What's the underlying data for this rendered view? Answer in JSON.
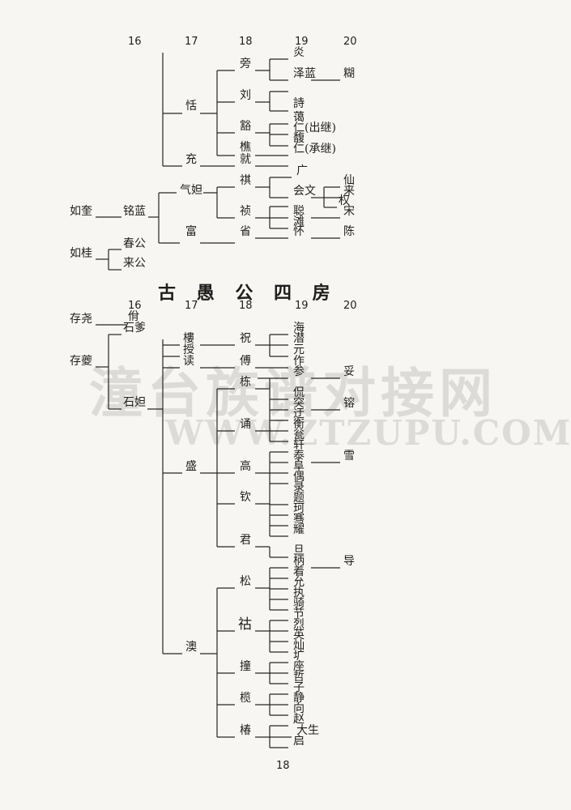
{
  "top": {
    "gen_headers": [
      "16",
      "17",
      "18",
      "19",
      "20"
    ],
    "n": {
      "ruqui": "如奎",
      "minglan": "铭蓝",
      "tian": "恬",
      "chong": "充",
      "qidan": "气妲",
      "fu": "富",
      "ruhui": "如桂",
      "chungong": "春公",
      "laigong": "来公",
      "pang": "旁",
      "liu": "刘",
      "huo": "豁",
      "qiao": "樵",
      "jiu": "就",
      "qi": "祺",
      "zhen": "祯",
      "sheng": "省",
      "yan": "炎",
      "zelan": "泽蓝",
      "shi": "詩",
      "ai": "蔼",
      "ren_chuji": "仁(出继)",
      "fu2": "馥",
      "ren_chengji": "仁(承继)",
      "guang": "广",
      "huiwen": "会文",
      "cong": "聪",
      "tan": "滩",
      "huai": "怀",
      "ke": "糊",
      "xian": "仙",
      "lai": "来",
      "quan": "权",
      "song": "宋",
      "chen": "陈"
    }
  },
  "title": "古 愚 公 四 房",
  "bottom": {
    "gen_headers": [
      "16",
      "17",
      "18",
      "19",
      "20"
    ],
    "n": {
      "cunyao": "存尧",
      "cunkui": "存夔",
      "yong": "佾",
      "shiduo": "石爹",
      "shidan": "石妲",
      "lou": "樓",
      "shou": "授",
      "du": "读",
      "sheng2": "盛",
      "ao": "澳",
      "zhu": "祝",
      "fu3": "傅",
      "dong": "栋",
      "yong2": "诵",
      "gao": "高",
      "qin": "钦",
      "jun": "君",
      "song2": "松",
      "hu": "祜",
      "ta": "撞",
      "lan": "榄",
      "chun": "椿",
      "hai": "海",
      "qian": "潜",
      "yuan": "元",
      "zuo": "作",
      "can": "参",
      "kan": "侃",
      "tu": "突",
      "yu": "迂",
      "heng": "衡",
      "wen": "瓮",
      "xuan": "轩",
      "tai": "泰",
      "fu4": "阜",
      "ou": "偶",
      "lu": "录",
      "ti": "题",
      "ke2": "珂",
      "qian2": "骞",
      "yao": "耀",
      "dan": "旦",
      "bing": "柄",
      "zhu2": "着",
      "yun": "允",
      "zhi": "执",
      "qi2": "骑",
      "jie": "节",
      "lie": "烈",
      "ying": "英",
      "can2": "灿",
      "kuang": "圹",
      "zuo2": "座",
      "zhe": "哲",
      "zi": "子",
      "jing": "静",
      "xiang": "向",
      "zhao": "赵",
      "dasheng": "大生",
      "qi3": "启",
      "tuo": "妥",
      "rong": "镕",
      "xue": "雪",
      "dao": "导"
    }
  },
  "watermark": [
    "潼台族谱对接网",
    "WWW.ZTZUPU.COM"
  ],
  "page_number": "18"
}
